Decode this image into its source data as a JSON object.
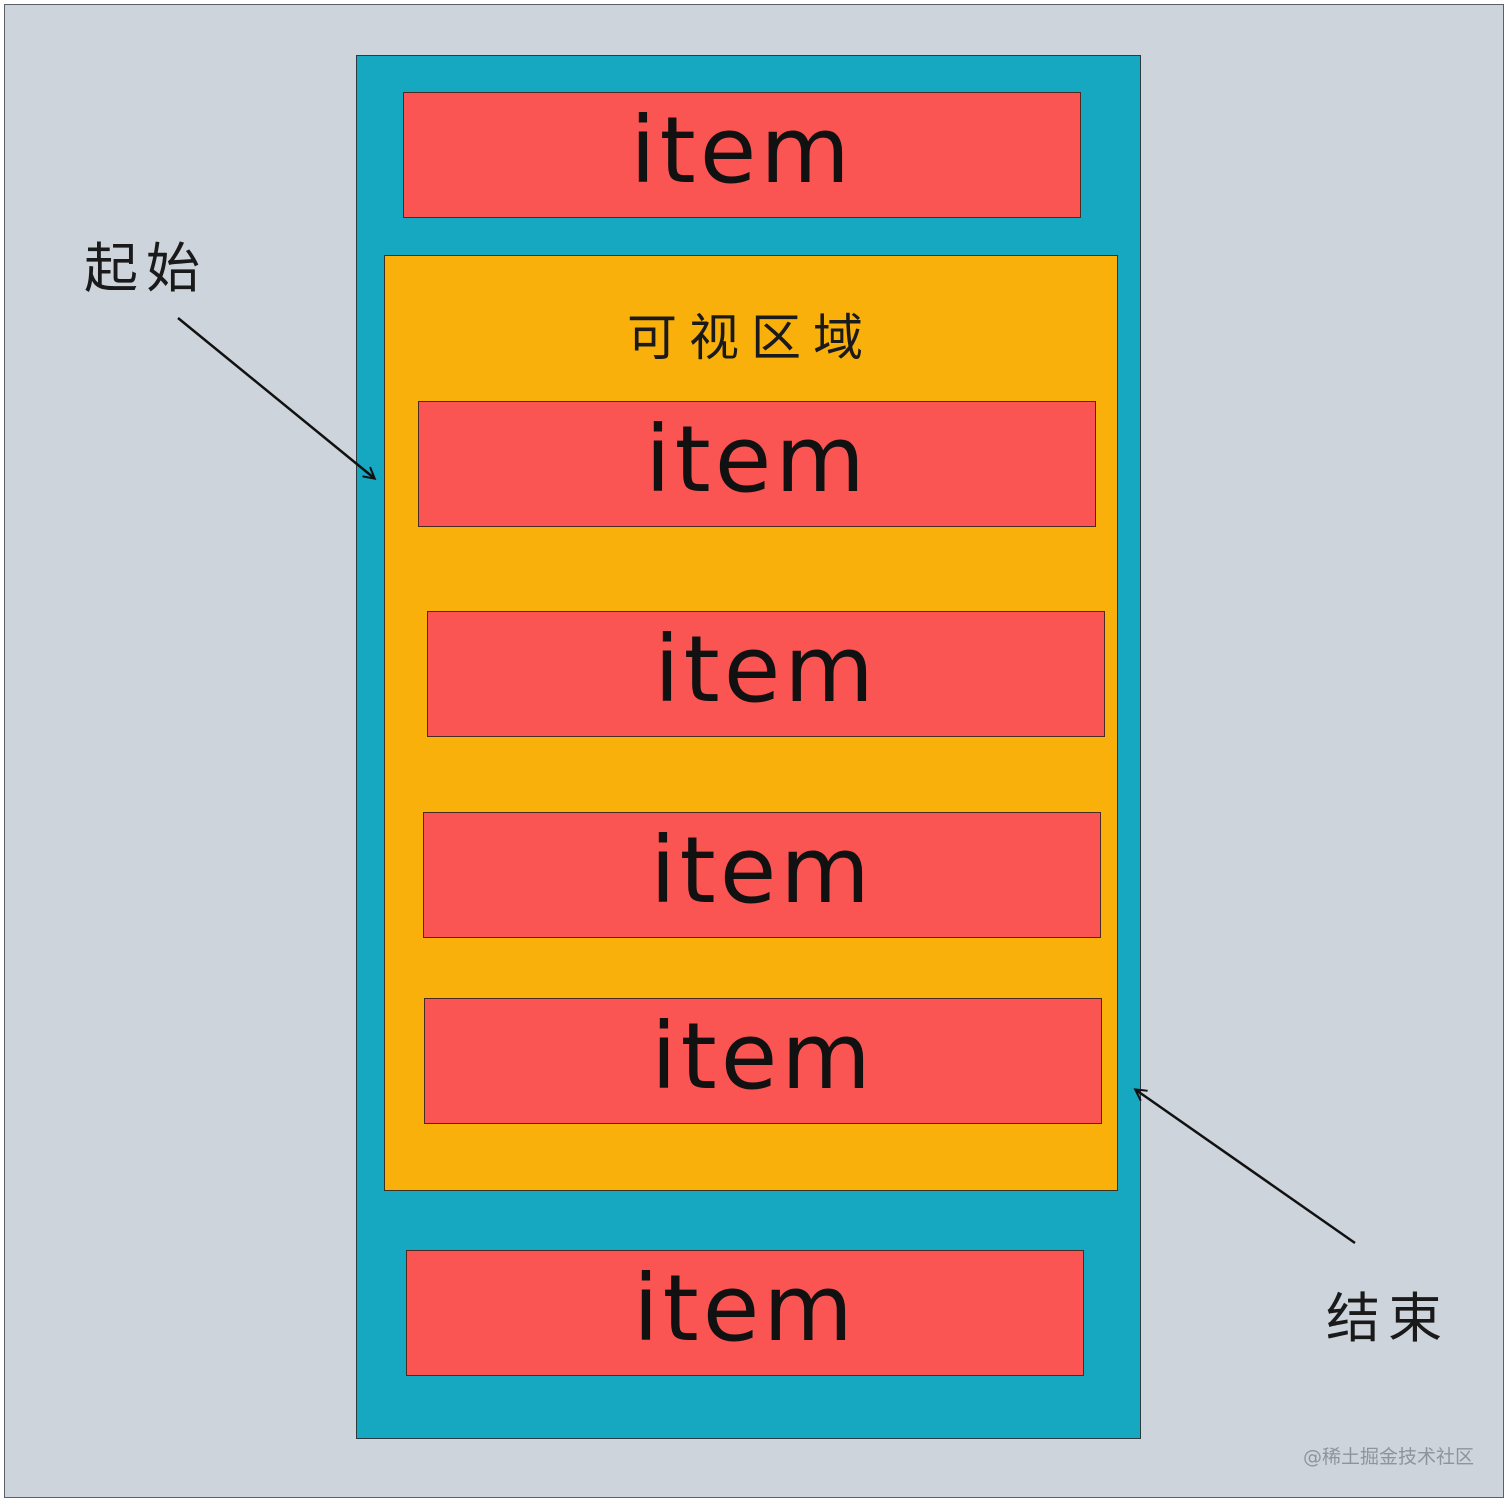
{
  "labels": {
    "start": "起始",
    "end": "结束",
    "viewport": "可视区域"
  },
  "items": {
    "label": "item",
    "above_viewport": [
      "item"
    ],
    "in_viewport": [
      "item",
      "item",
      "item",
      "item"
    ],
    "below_viewport": [
      "item"
    ]
  },
  "watermark": "@稀土掘金技术社区",
  "colors": {
    "background": "#ced4dc",
    "list_container": "#16a8c1",
    "viewport": "#f9b00a",
    "item": "#fa5553",
    "text": "#111111"
  }
}
